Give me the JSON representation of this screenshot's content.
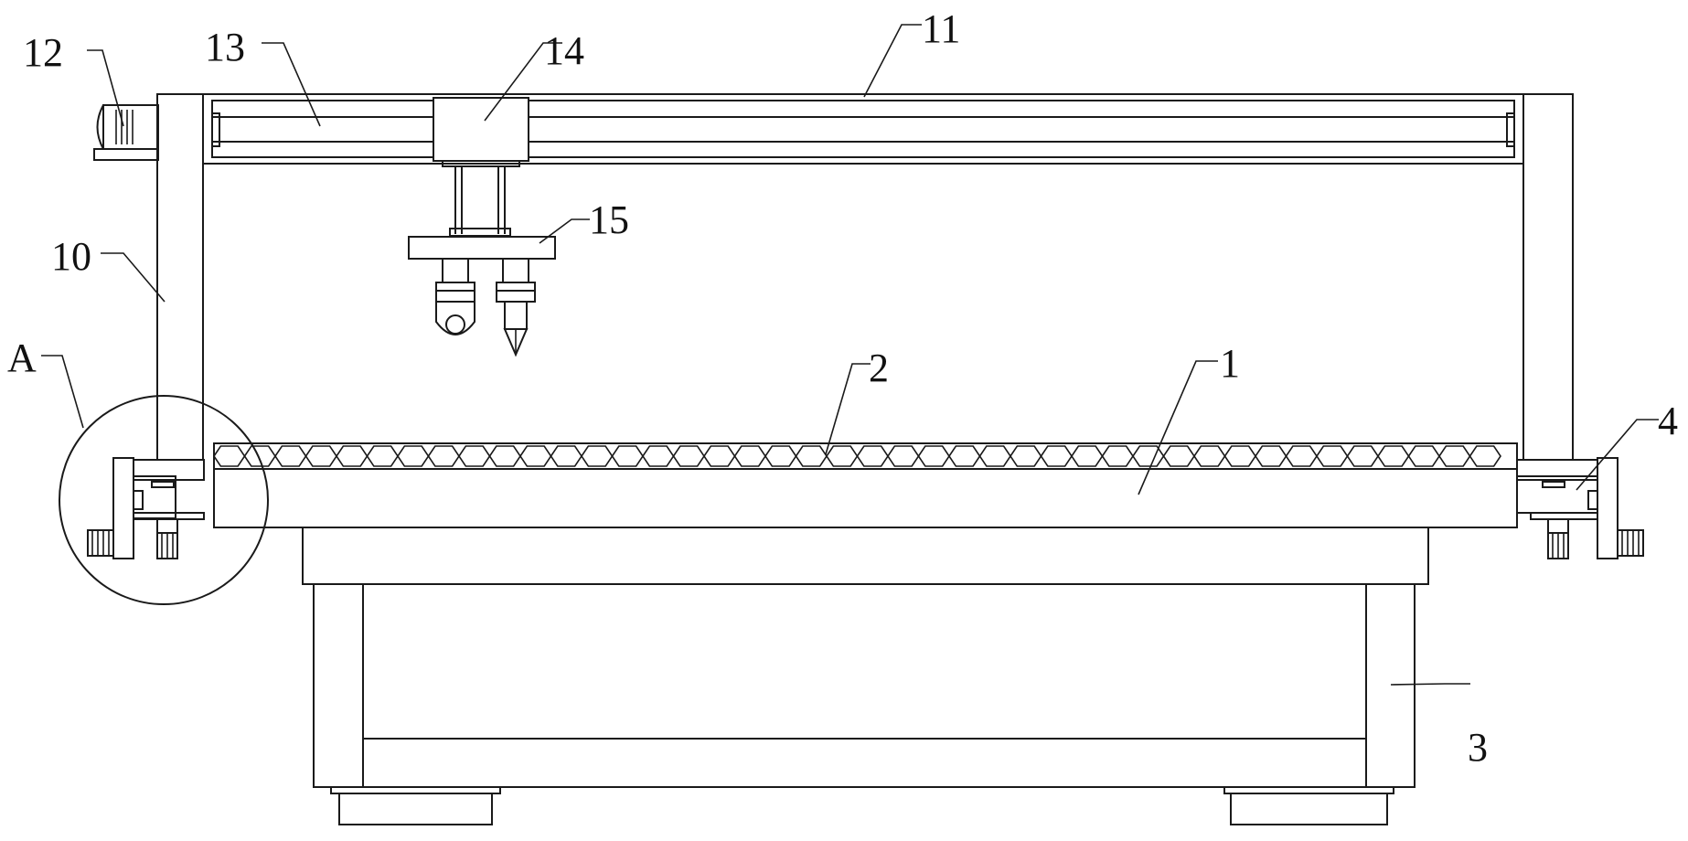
{
  "figure": {
    "labels": {
      "l1": "1",
      "l2": "2",
      "l3": "3",
      "l4": "4",
      "l10": "10",
      "l11": "11",
      "l12": "12",
      "l13": "13",
      "l14": "14",
      "l15": "15",
      "lA": "A"
    }
  }
}
